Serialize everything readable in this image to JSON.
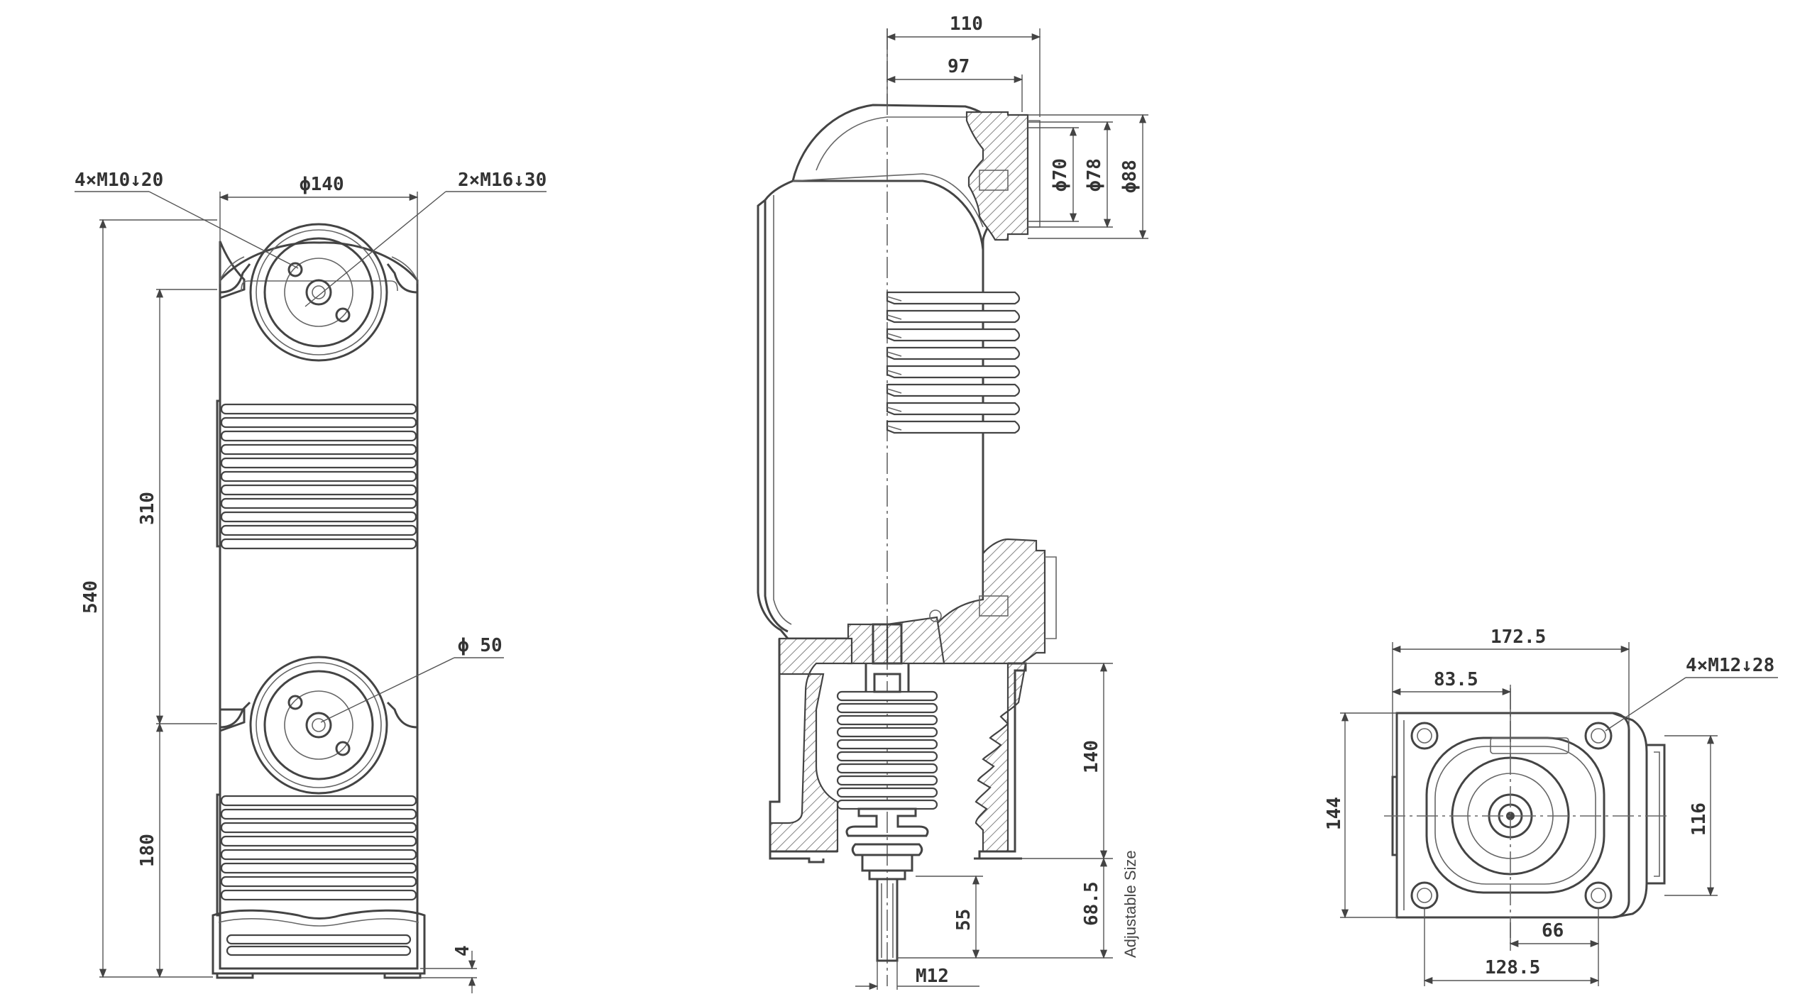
{
  "drawing": {
    "front_view": {
      "thread_top_left": "4×M10↓20",
      "diameter_top": "ϕ140",
      "thread_top_right": "2×M16↓30",
      "diameter_bottom": "ϕ 50",
      "dim_total_height": "540",
      "dim_upper": "310",
      "dim_lower": "180",
      "dim_base": "4"
    },
    "side_view": {
      "dim_width_outer": "110",
      "dim_width_inner": "97",
      "dia_1": "ϕ70",
      "dia_2": "ϕ78",
      "dia_3": "ϕ88",
      "dim_lower_body": "140",
      "dim_stem": "55",
      "dim_stem_total": "68.5",
      "thread_stem": "M12",
      "note_adjustable": "Adjustable Size"
    },
    "bottom_view": {
      "dim_width": "172.5",
      "dim_offset": "83.5",
      "thread_corner": "4×M12↓28",
      "dim_height": "144",
      "dim_inner_height": "116",
      "dim_hole_offset": "66",
      "dim_hole_spacing": "128.5"
    }
  }
}
